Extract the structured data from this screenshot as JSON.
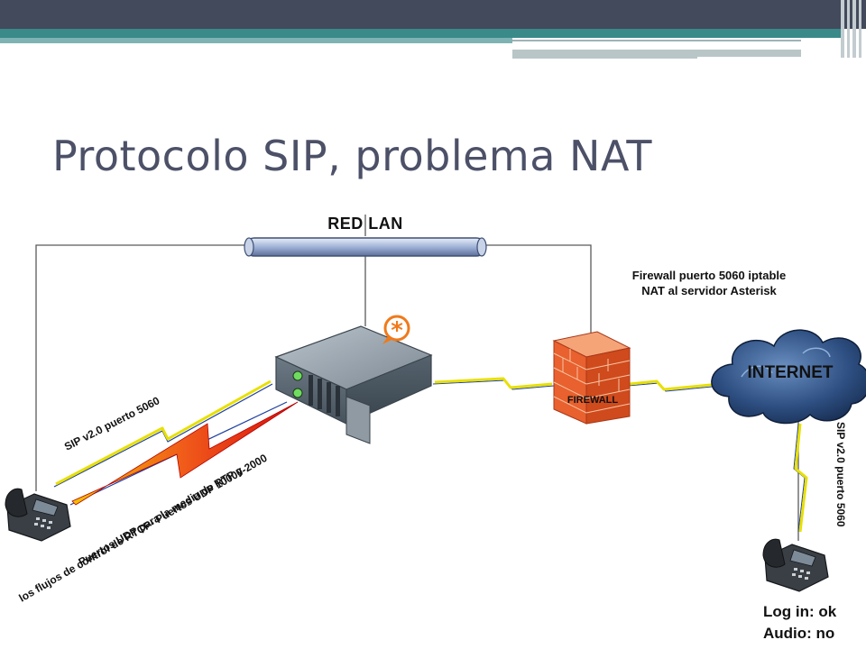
{
  "slide": {
    "title": "Protocolo SIP, problema NAT"
  },
  "diagram": {
    "red_lan": "RED LAN",
    "firewall_note_line1": "Firewall puerto 5060 iptable",
    "firewall_note_line2": "NAT al servidor Asterisk",
    "firewall_label": "FIREWALL",
    "internet_label": "INTERNET",
    "sip_left": "SIP v2.0 puerto 5060",
    "sip_right": "SIP v2.0 puerto 5060",
    "udp_line1": "Puertos UDP para la media de RTP y",
    "udp_line2": "los flujos de control de RTCP- Puertos UDP 10000-2000",
    "login_status": "Log in: ok",
    "audio_status": "Audio: no",
    "asterisk_logo": "*"
  }
}
